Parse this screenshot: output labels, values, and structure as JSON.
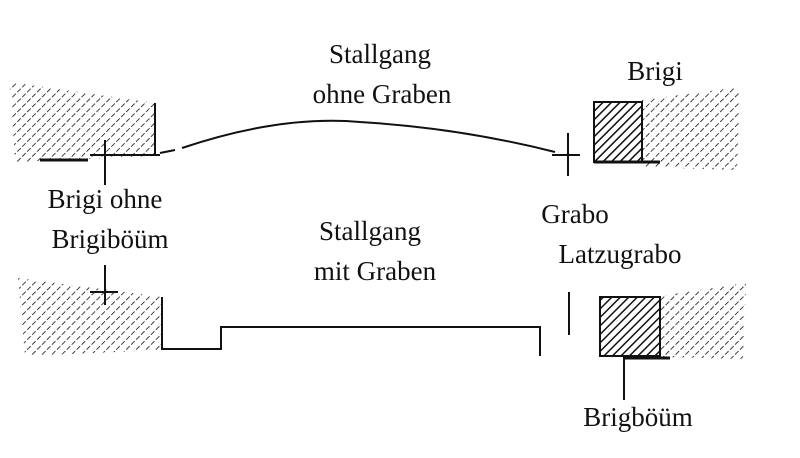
{
  "labels": {
    "stallgang_top": "Stallgang",
    "ohne_graben": "ohne Graben",
    "brigi": "Brigi",
    "brigi_ohne": "Brigi ohne",
    "brigiboeuem": "Brigiböüm",
    "stallgang_bottom": "Stallgang",
    "mit_graben": "mit Graben",
    "grabo": "Grabo",
    "latzugrabo": "Latzugrabo",
    "brigboeuem": "Brigböüm"
  },
  "colors": {
    "ink": "#111111",
    "background": "#ffffff"
  }
}
